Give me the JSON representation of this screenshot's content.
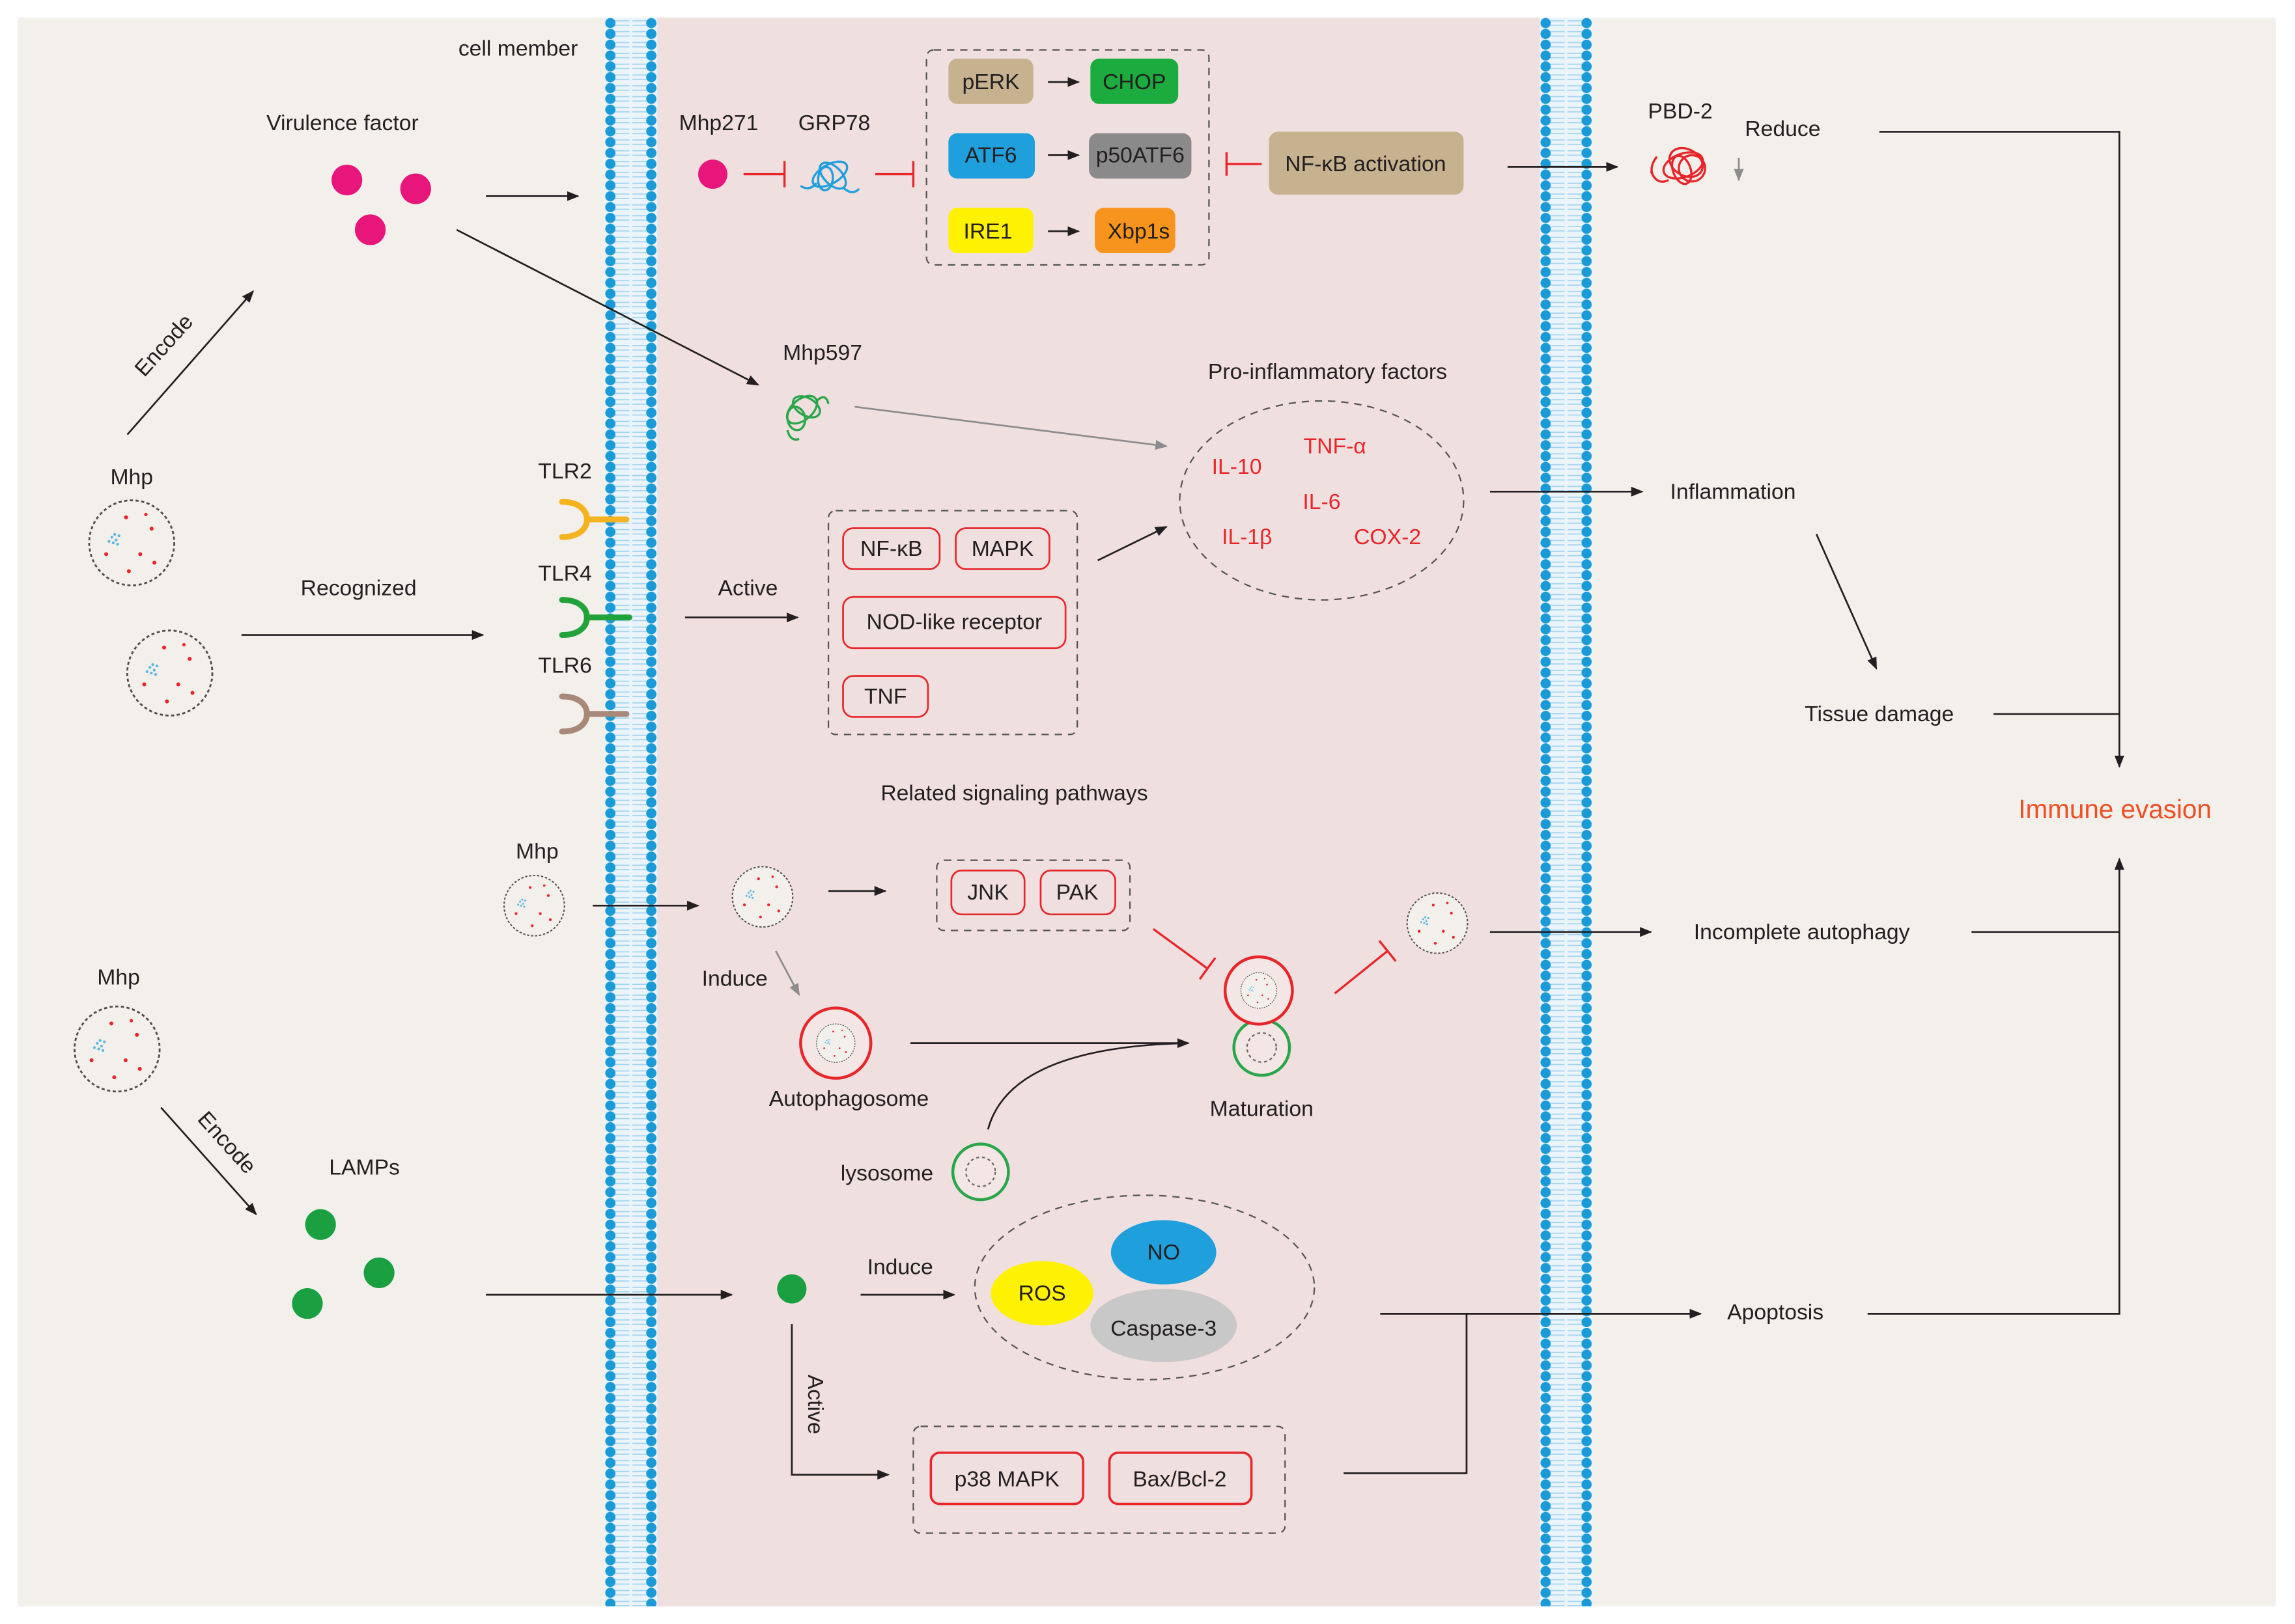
{
  "membrane_label": "cell member",
  "outside": {
    "virulence_factor": "Virulence factor",
    "encode_virulence": "Encode",
    "mhp_virulence": "Mhp",
    "recognized": "Recognized",
    "receptors": [
      "TLR2",
      "TLR4",
      "TLR6"
    ],
    "mhp_autophagy": "Mhp",
    "mhp_lamps": "Mhp",
    "encode_lamps": "Encode",
    "lamps": "LAMPs"
  },
  "er_stress": {
    "effector": "Mhp271",
    "target": "GRP78",
    "branches": [
      {
        "sensor": "pERK",
        "product": "CHOP"
      },
      {
        "sensor": "ATF6",
        "product": "p50ATF6"
      },
      {
        "sensor": "IRE1",
        "product": "Xbp1s"
      }
    ],
    "nfkb_activation": "NF-κB activation",
    "peptide": "PBD-2",
    "peptide_change": "Reduce"
  },
  "inflammation": {
    "effector": "Mhp597",
    "active": "Active",
    "signaling": [
      "NF-κB",
      "MAPK",
      "NOD-like receptor",
      "TNF"
    ],
    "signaling_caption": "Related signaling pathways",
    "factors_title": "Pro-inflammatory factors",
    "factors": [
      "IL-10",
      "TNF-α",
      "IL-6",
      "IL-1β",
      "COX-2"
    ],
    "outcome": "Inflammation",
    "tissue_damage": "Tissue damage"
  },
  "autophagy": {
    "induce": "Induce",
    "kinases": [
      "JNK",
      "PAK"
    ],
    "autophagosome": "Autophagosome",
    "lysosome": "lysosome",
    "maturation": "Maturation",
    "outcome": "Incomplete autophagy"
  },
  "apoptosis": {
    "induce": "Induce",
    "mediators": [
      "NO",
      "ROS",
      "Caspase-3"
    ],
    "active": "Active",
    "pathways": [
      "p38 MAPK",
      "Bax/Bcl-2"
    ],
    "outcome": "Apoptosis"
  },
  "result": "Immune evasion",
  "colors": {
    "background": "#f3f0ec",
    "cytoplasm": "#efe0df",
    "membrane_heads": "#1b9ad8",
    "virulence_factor": "#e8157a",
    "lamps": "#1aa040",
    "inhibition": "#e8262a",
    "result": "#f04e23",
    "perk_box": "#c7b28f",
    "chop_box": "#1bab3f",
    "atf6_box": "#1f9fdb",
    "p50atf6_box": "#8a8a8a",
    "ire1_box": "#fff200",
    "xbp1s_box": "#f7941d",
    "no_ellipse": "#1f9fdb",
    "ros_ellipse": "#fff200",
    "caspase_ellipse": "#c8c8c8"
  },
  "icons": {
    "virulence_factor": "pink-dot-icon",
    "lamp": "green-dot-icon",
    "mhp": "mycoplasma-cell-icon",
    "receptor": "receptor-icon",
    "protein": "tangled-protein-icon",
    "inhibition": "t-bar-inhibition-icon"
  }
}
